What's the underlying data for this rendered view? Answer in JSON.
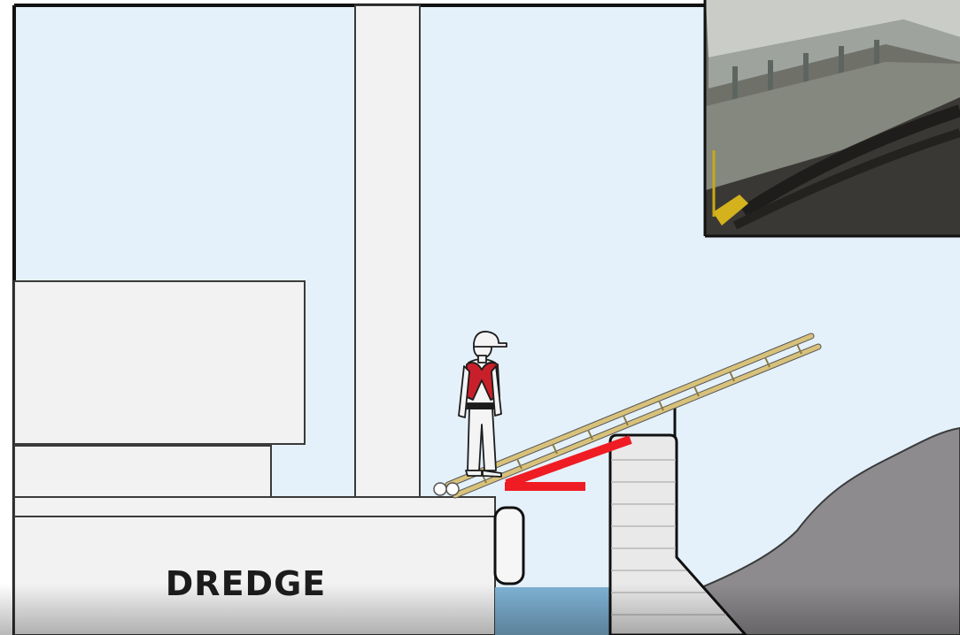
{
  "scene": {
    "vessel_label": "DREDGE"
  },
  "colors": {
    "sky": "#e4f1fb",
    "structure_fill": "#f2f2f2",
    "outline": "#3a3a3a",
    "ladder": "#d8c17a",
    "vest": "#c8202a",
    "warning_mark": "#ef1c24",
    "water": "#7fb3d5",
    "bank": "#8e8b8f"
  },
  "icons": [
    "worker-figure",
    "ladder",
    "warning-angle-mark"
  ]
}
